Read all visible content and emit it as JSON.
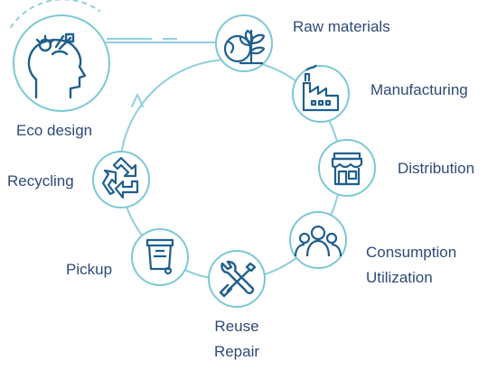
{
  "diagram": {
    "colors": {
      "ring": "#8fd0dc",
      "node_border": "#7cc8d6",
      "icon": "#1f5f8f",
      "text": "#2e4a7a"
    },
    "nodes": [
      {
        "id": "eco-design",
        "label": "Eco design",
        "icon": "head-with-ideas-icon"
      },
      {
        "id": "raw-materials",
        "label": "Raw materials",
        "icon": "globe-with-plant-icon"
      },
      {
        "id": "manufacturing",
        "label": "Manufacturing",
        "icon": "factory-icon"
      },
      {
        "id": "distribution",
        "label": "Distribution",
        "icon": "storefront-icon"
      },
      {
        "id": "consumption",
        "label_line1": "Consumption",
        "label_line2": "Utilization",
        "icon": "people-group-icon"
      },
      {
        "id": "reuse",
        "label_line1": "Reuse",
        "label_line2": "Repair",
        "icon": "wrench-screwdriver-icon"
      },
      {
        "id": "pickup",
        "label": "Pickup",
        "icon": "wheelie-bin-icon"
      },
      {
        "id": "recycling",
        "label": "Recycling",
        "icon": "recycle-icon"
      }
    ]
  }
}
